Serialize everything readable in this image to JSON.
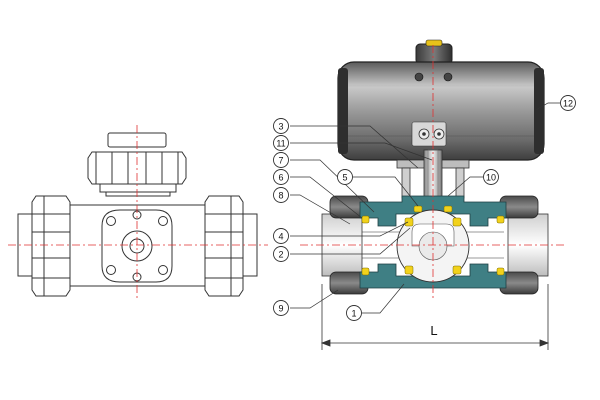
{
  "callouts": [
    {
      "id": "c1",
      "label": "1"
    },
    {
      "id": "c2",
      "label": "2"
    },
    {
      "id": "c3",
      "label": "3"
    },
    {
      "id": "c4",
      "label": "4"
    },
    {
      "id": "c5",
      "label": "5"
    },
    {
      "id": "c6",
      "label": "6"
    },
    {
      "id": "c7",
      "label": "7"
    },
    {
      "id": "c8",
      "label": "8"
    },
    {
      "id": "c9",
      "label": "9"
    },
    {
      "id": "c10",
      "label": "10"
    },
    {
      "id": "c11",
      "label": "11"
    },
    {
      "id": "c12",
      "label": "12"
    }
  ],
  "dimension": {
    "label": "L"
  },
  "colors": {
    "line": "#333333",
    "centerline": "#e03030",
    "body_section": "#3f7f84",
    "seal": "#f2d21b",
    "actuator": "#8b8b8b"
  }
}
